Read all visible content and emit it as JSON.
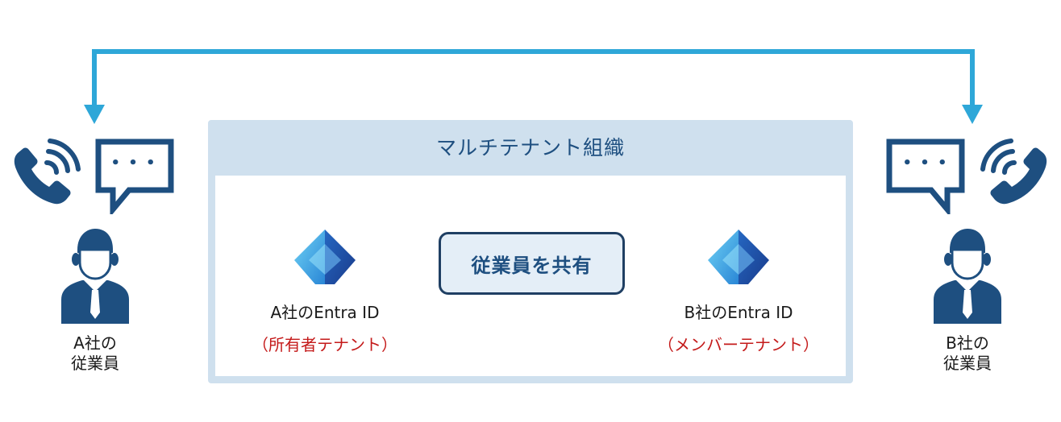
{
  "org": {
    "title": "マルチテナント組織"
  },
  "share": {
    "label": "従業員を共有"
  },
  "tenant_a": {
    "entra_label": "A社のEntra ID",
    "role_label": "（所有者テナント）"
  },
  "tenant_b": {
    "entra_label": "B社のEntra ID",
    "role_label": "（メンバーテナント）"
  },
  "employee_a": {
    "line1": "A社の",
    "line2": "従業員"
  },
  "employee_b": {
    "line1": "B社の",
    "line2": "従業員"
  },
  "bubble_text": "• • •",
  "icons": {
    "phone": "phone-icon",
    "chat": "speech-bubble-icon",
    "person": "person-icon",
    "entra": "entra-id-icon"
  },
  "colors": {
    "arrow": "#2ea7d8",
    "navy": "#1e4f80",
    "panel": "#cfe0ee",
    "tenant_label": "#c41a1a"
  }
}
